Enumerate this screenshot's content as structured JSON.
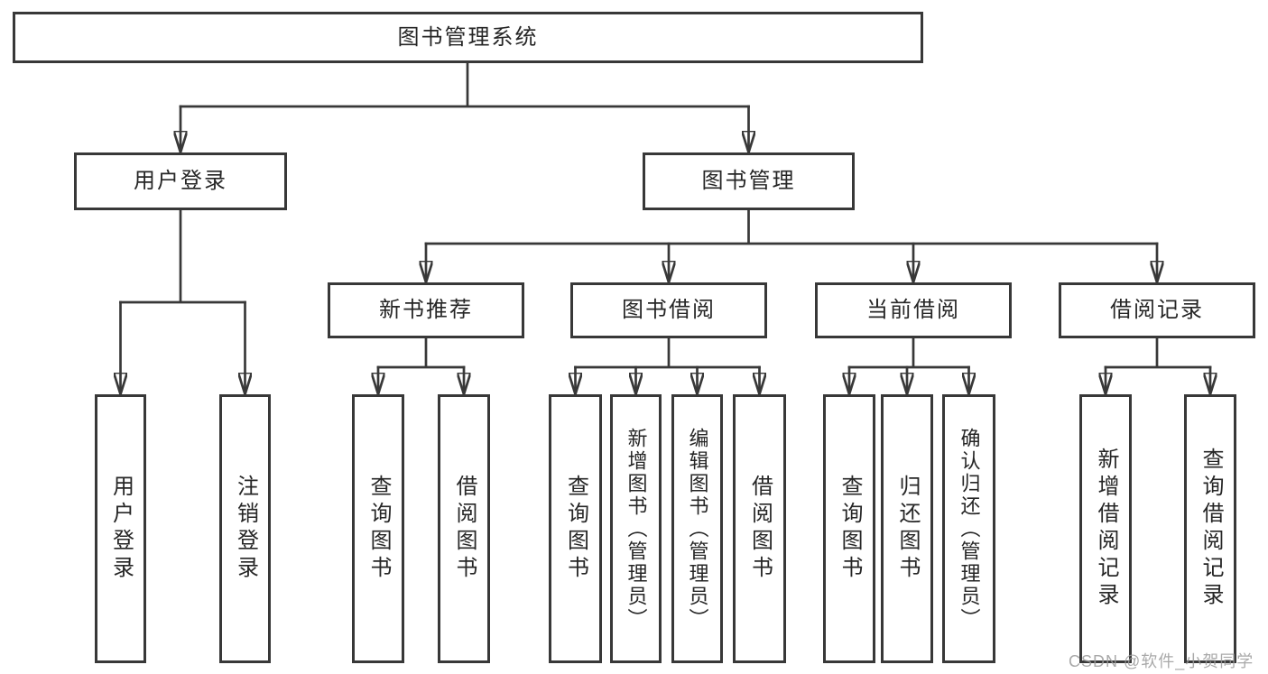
{
  "tree": {
    "root": {
      "label": "图书管理系统",
      "children": [
        {
          "label": "用户登录",
          "children": [
            {
              "label": "用户登录"
            },
            {
              "label": "注销登录"
            }
          ]
        },
        {
          "label": "图书管理",
          "children": [
            {
              "label": "新书推荐",
              "children": [
                {
                  "label": "查询图书"
                },
                {
                  "label": "借阅图书"
                }
              ]
            },
            {
              "label": "图书借阅",
              "children": [
                {
                  "label": "查询图书"
                },
                {
                  "label": "新增图书（管理员）"
                },
                {
                  "label": "编辑图书（管理员）"
                },
                {
                  "label": "借阅图书"
                }
              ]
            },
            {
              "label": "当前借阅",
              "children": [
                {
                  "label": "查询图书"
                },
                {
                  "label": "归还图书"
                },
                {
                  "label": "确认归还（管理员）"
                }
              ]
            },
            {
              "label": "借阅记录",
              "children": [
                {
                  "label": "新增借阅记录"
                },
                {
                  "label": "查询借阅记录"
                }
              ]
            }
          ]
        }
      ]
    }
  },
  "watermark": {
    "text": "CSDN @软件_小贺同学"
  },
  "colors": {
    "line": "#383838",
    "node_border": "#383838",
    "node_fill": "#ffffff",
    "text": "#262626",
    "watermark": "#9b9b9b",
    "background": "#ffffff"
  }
}
